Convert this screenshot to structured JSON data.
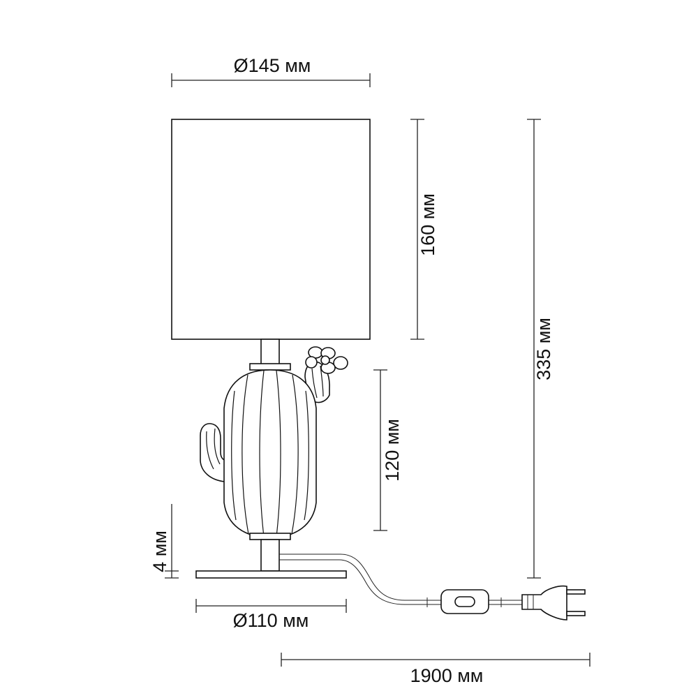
{
  "dimensions": {
    "shade_diameter": "Ø145 мм",
    "shade_height": "160 мм",
    "total_height": "335 мм",
    "body_height": "120 мм",
    "base_thickness": "4 мм",
    "base_diameter": "Ø110 мм",
    "cord_length": "1900 мм"
  }
}
